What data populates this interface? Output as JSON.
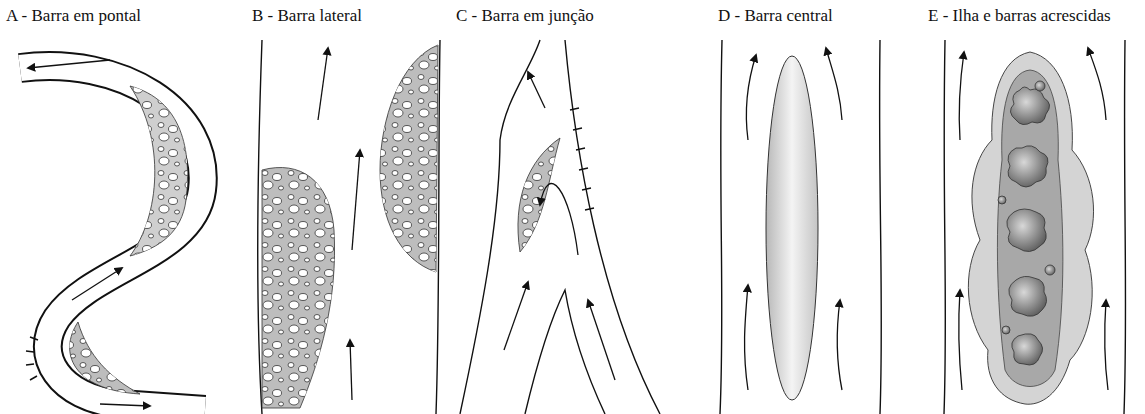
{
  "diagram": {
    "labels": [
      "A - Barra em pontal",
      "B - Barra lateral",
      "C - Barra em junção",
      "D - Barra central",
      "E - Ilha e barras acrescidas"
    ]
  }
}
